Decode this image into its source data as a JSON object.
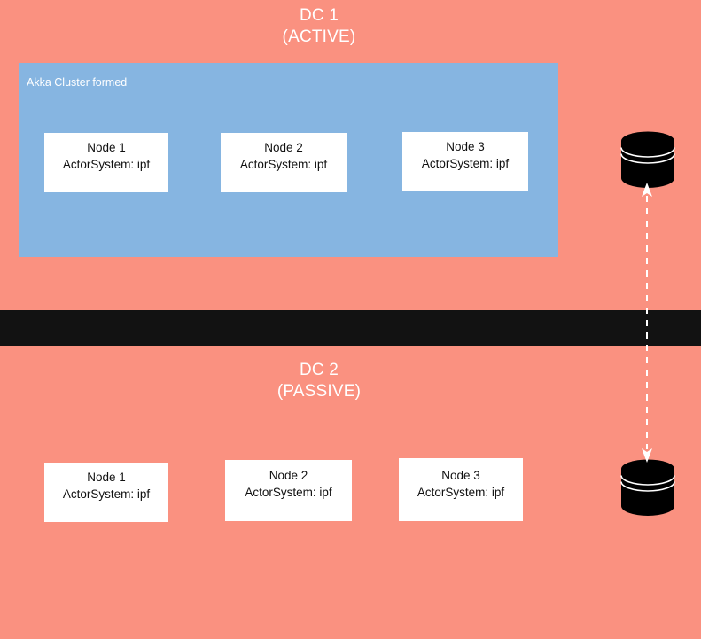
{
  "diagram": {
    "background_color": "#fa9180",
    "divider_color": "#121212",
    "cluster_color": "#86b5e1",
    "node_color": "#ffffff",
    "db_color": "#000000",
    "arrow_color": "#ffffff"
  },
  "zones": [
    {
      "id": "dc1",
      "name": "DC 1",
      "state": "(ACTIVE)",
      "cluster": {
        "label": "Akka Cluster formed"
      },
      "nodes": [
        {
          "name": "Node 1",
          "actor_system": "ActorSystem: ipf"
        },
        {
          "name": "Node 2",
          "actor_system": "ActorSystem: ipf"
        },
        {
          "name": "Node 3",
          "actor_system": "ActorSystem: ipf"
        }
      ]
    },
    {
      "id": "dc2",
      "name": "DC 2",
      "state": "(PASSIVE)",
      "nodes": [
        {
          "name": "Node 1",
          "actor_system": "ActorSystem: ipf"
        },
        {
          "name": "Node 2",
          "actor_system": "ActorSystem: ipf"
        },
        {
          "name": "Node 3",
          "actor_system": "ActorSystem: ipf"
        }
      ]
    }
  ],
  "databases": [
    {
      "id": "db-top",
      "icon": "database-cylinder-icon"
    },
    {
      "id": "db-bottom",
      "icon": "database-cylinder-icon"
    }
  ],
  "connector": {
    "icon": "bidirectional-dashed-arrow-icon",
    "style": "dashed",
    "heads": "both"
  }
}
